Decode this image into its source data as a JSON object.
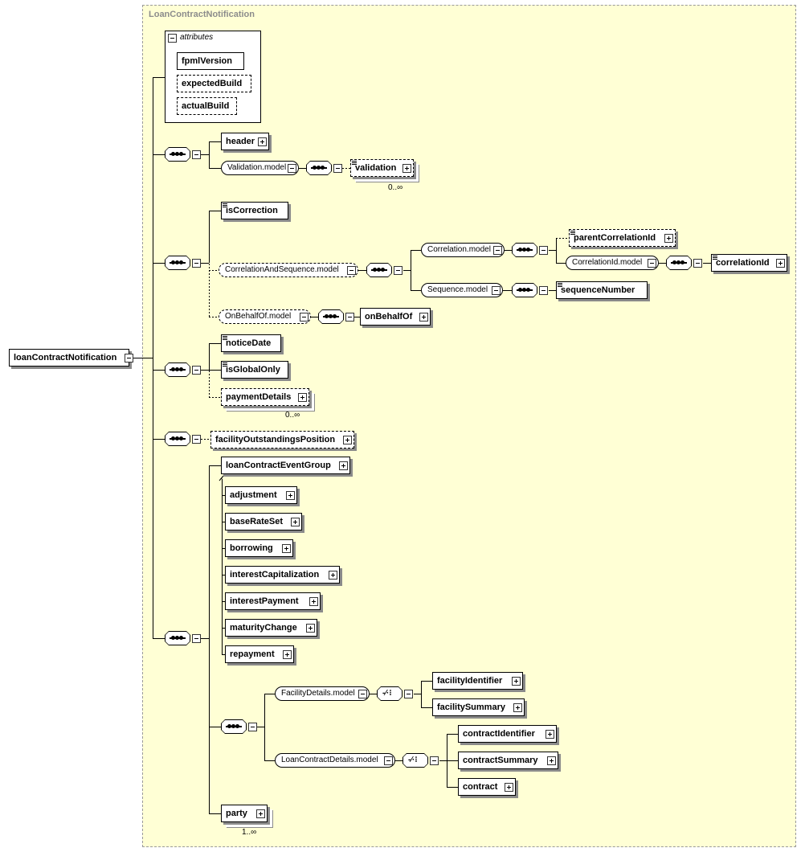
{
  "diagram": {
    "frame_title": "LoanContractNotification",
    "root": "loanContractNotification",
    "attributes_label": "attributes",
    "attributes": [
      "fpmlVersion",
      "expectedBuild",
      "actualBuild"
    ],
    "elements": {
      "header": "header",
      "validation_model": "Validation.model",
      "validation": "validation",
      "validation_card": "0..∞",
      "isCorrection": "isCorrection",
      "correlation_and_sequence_model": "CorrelationAndSequence.model",
      "correlation_model": "Correlation.model",
      "parentCorrelationId": "parentCorrelationId",
      "correlationId_model": "CorrelationId.model",
      "correlationId": "correlationId",
      "sequence_model": "Sequence.model",
      "sequenceNumber": "sequenceNumber",
      "onBehalfOf_model": "OnBehalfOf.model",
      "onBehalfOf": "onBehalfOf",
      "noticeDate": "noticeDate",
      "isGlobalOnly": "isGlobalOnly",
      "paymentDetails": "paymentDetails",
      "paymentDetails_card": "0..∞",
      "facilityOutstandingsPosition": "facilityOutstandingsPosition",
      "loanContractEventGroup": "loanContractEventGroup",
      "adjustment": "adjustment",
      "baseRateSet": "baseRateSet",
      "borrowing": "borrowing",
      "interestCapitalization": "interestCapitalization",
      "interestPayment": "interestPayment",
      "maturityChange": "maturityChange",
      "repayment": "repayment",
      "facilityDetails_model": "FacilityDetails.model",
      "facilityIdentifier": "facilityIdentifier",
      "facilitySummary": "facilitySummary",
      "loanContractDetails_model": "LoanContractDetails.model",
      "contractIdentifier": "contractIdentifier",
      "contractSummary": "contractSummary",
      "contract": "contract",
      "party": "party",
      "party_card": "1..∞"
    }
  }
}
